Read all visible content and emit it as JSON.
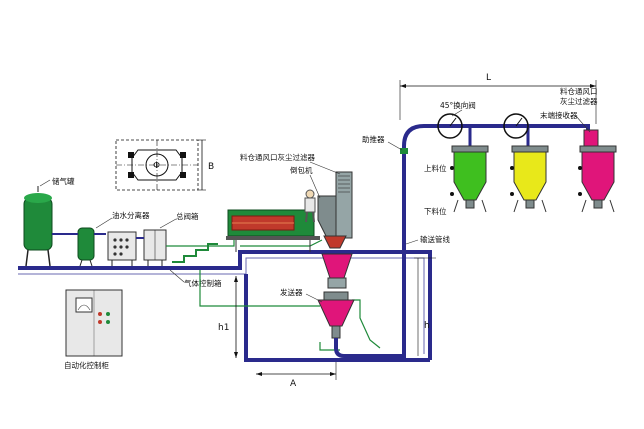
{
  "labels": {
    "air_tank": "储气罐",
    "oil_water_separator": "油水分离器",
    "main_valve_box": "总阀箱",
    "gas_control_box": "气体控制箱",
    "auto_control_cabinet": "自动化控制柜",
    "silo_vent_filter_left": "料仓通风口灰尘过滤器",
    "bag_dumper": "倒包机",
    "booster": "助推器",
    "conveying_pipe": "输送管线",
    "transmitter": "发送器",
    "diverter_valve_45": "45°换向阀",
    "high_level": "上料位",
    "low_level": "下料位",
    "silo_vent_filter_right_1": "料仓通风口",
    "silo_vent_filter_right_2": "灰尘过滤器",
    "end_receiver": "末端接收器"
  },
  "dimensions": {
    "L": "L",
    "A": "A",
    "B": "B",
    "h": "h",
    "h1": "h1",
    "phi": "Φ"
  },
  "colors": {
    "pipe": "#2a2a8c",
    "silo_green": "#3fbf1f",
    "silo_yellow": "#e8e81a",
    "silo_pink": "#e0157a",
    "vessel_green": "#1f8a3a",
    "conveyor": "#c0392b"
  }
}
